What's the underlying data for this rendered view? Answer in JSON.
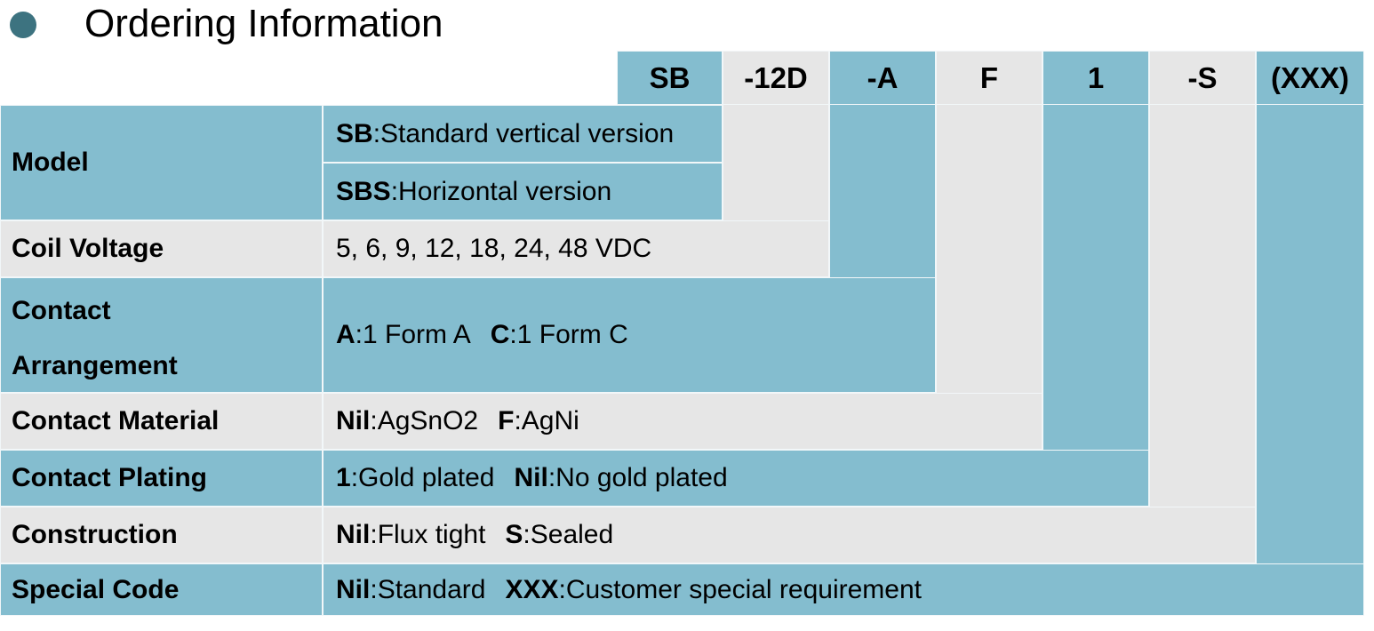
{
  "slide": {
    "title": "Ordering Information",
    "bullet_icon": "bullet-dot-icon",
    "bullet_color": "#3d7380",
    "teal_color": "#84bdcf",
    "gray_color": "#e6e6e6"
  },
  "part_number": {
    "segments": [
      {
        "code": "SB",
        "fill": "teal"
      },
      {
        "code": "-12D",
        "fill": "gray"
      },
      {
        "code": "-A",
        "fill": "teal"
      },
      {
        "code": "F",
        "fill": "gray"
      },
      {
        "code": "1",
        "fill": "teal"
      },
      {
        "code": "-S",
        "fill": "gray"
      },
      {
        "code": "(XXX)",
        "fill": "teal"
      }
    ]
  },
  "rows": [
    {
      "label": "Model",
      "fill": "teal",
      "sub_rows": [
        {
          "code": "SB",
          "sep": ": ",
          "text": "Standard vertical version"
        },
        {
          "code": "SBS",
          "sep": ": ",
          "text": "Horizontal version"
        }
      ]
    },
    {
      "label": "Coil Voltage",
      "fill": "gray",
      "value": "5, 6, 9, 12, 18, 24, 48 VDC"
    },
    {
      "label": "Contact Arrangement",
      "label_line1": "Contact",
      "label_line2": "Arrangement",
      "fill": "teal",
      "options": [
        {
          "code": "A",
          "sep": ": ",
          "text": "1 Form A"
        },
        {
          "code": "C",
          "sep": ": ",
          "text": "1 Form C"
        }
      ]
    },
    {
      "label": "Contact Material",
      "fill": "gray",
      "options": [
        {
          "code": "Nil",
          "sep": ": ",
          "text": "AgSnO2"
        },
        {
          "code": "F",
          "sep": ": ",
          "text": "AgNi"
        }
      ]
    },
    {
      "label": "Contact Plating",
      "fill": "teal",
      "options": [
        {
          "code": "1",
          "sep": ": ",
          "text": "Gold plated"
        },
        {
          "code": "Nil",
          "sep": ": ",
          "text": "No gold plated"
        }
      ]
    },
    {
      "label": "Construction",
      "fill": "gray",
      "options": [
        {
          "code": "Nil",
          "sep": ": ",
          "text": "Flux tight"
        },
        {
          "code": "S",
          "sep": ": ",
          "text": "Sealed"
        }
      ]
    },
    {
      "label": "Special Code",
      "fill": "teal",
      "options": [
        {
          "code": "Nil",
          "sep": ": ",
          "text": "Standard"
        },
        {
          "code": "XXX",
          "sep": ": ",
          "text": "Customer special requirement"
        }
      ]
    }
  ]
}
